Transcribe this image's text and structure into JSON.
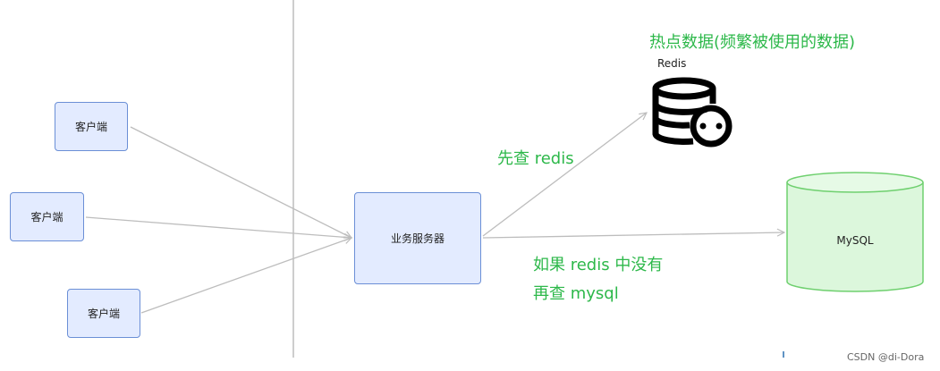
{
  "nodes": {
    "client_1": "客户端",
    "client_2": "客户端",
    "client_3": "客户端",
    "server": "业务服务器",
    "mysql": "MySQL"
  },
  "redis": {
    "label": "Redis",
    "icon": "database-link-icon"
  },
  "annotations": {
    "hot_data": "热点数据(频繁被使用的数据)",
    "check_redis": "先查 redis",
    "fallback_line1": "如果 redis 中没有",
    "fallback_line2": "再查 mysql"
  },
  "watermark": "CSDN @di-Dora",
  "colors": {
    "node_fill": "#e3ebff",
    "node_border": "#6b8fd6",
    "db_fill": "#dcf7dc",
    "db_border": "#6fd06f",
    "annotation": "#2db84a",
    "arrow": "#bdbdbd"
  }
}
